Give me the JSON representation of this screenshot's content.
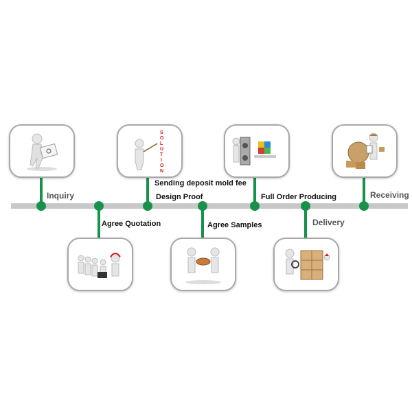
{
  "steps": [
    {
      "label": "Inquiry",
      "icon": "email-figure-icon"
    },
    {
      "label": "Agree Quotation",
      "icon": "call-center-icon"
    },
    {
      "label_1": "Sending deposit mold fee",
      "label_2": "Design Proof",
      "icon": "solution-presenter-icon",
      "sign_text": "SOLUTION"
    },
    {
      "label": "Agree Samples",
      "icon": "handshake-sample-icon"
    },
    {
      "label": "Full Order Producing",
      "icon": "production-puzzle-icon"
    },
    {
      "label": "Delivery",
      "icon": "boxes-inspection-icon"
    },
    {
      "label": "Receiving",
      "icon": "courier-globe-icon"
    }
  ],
  "colors": {
    "accent": "#17924a",
    "track": "#c8c8c8",
    "box_border": "#a8a8a8"
  }
}
